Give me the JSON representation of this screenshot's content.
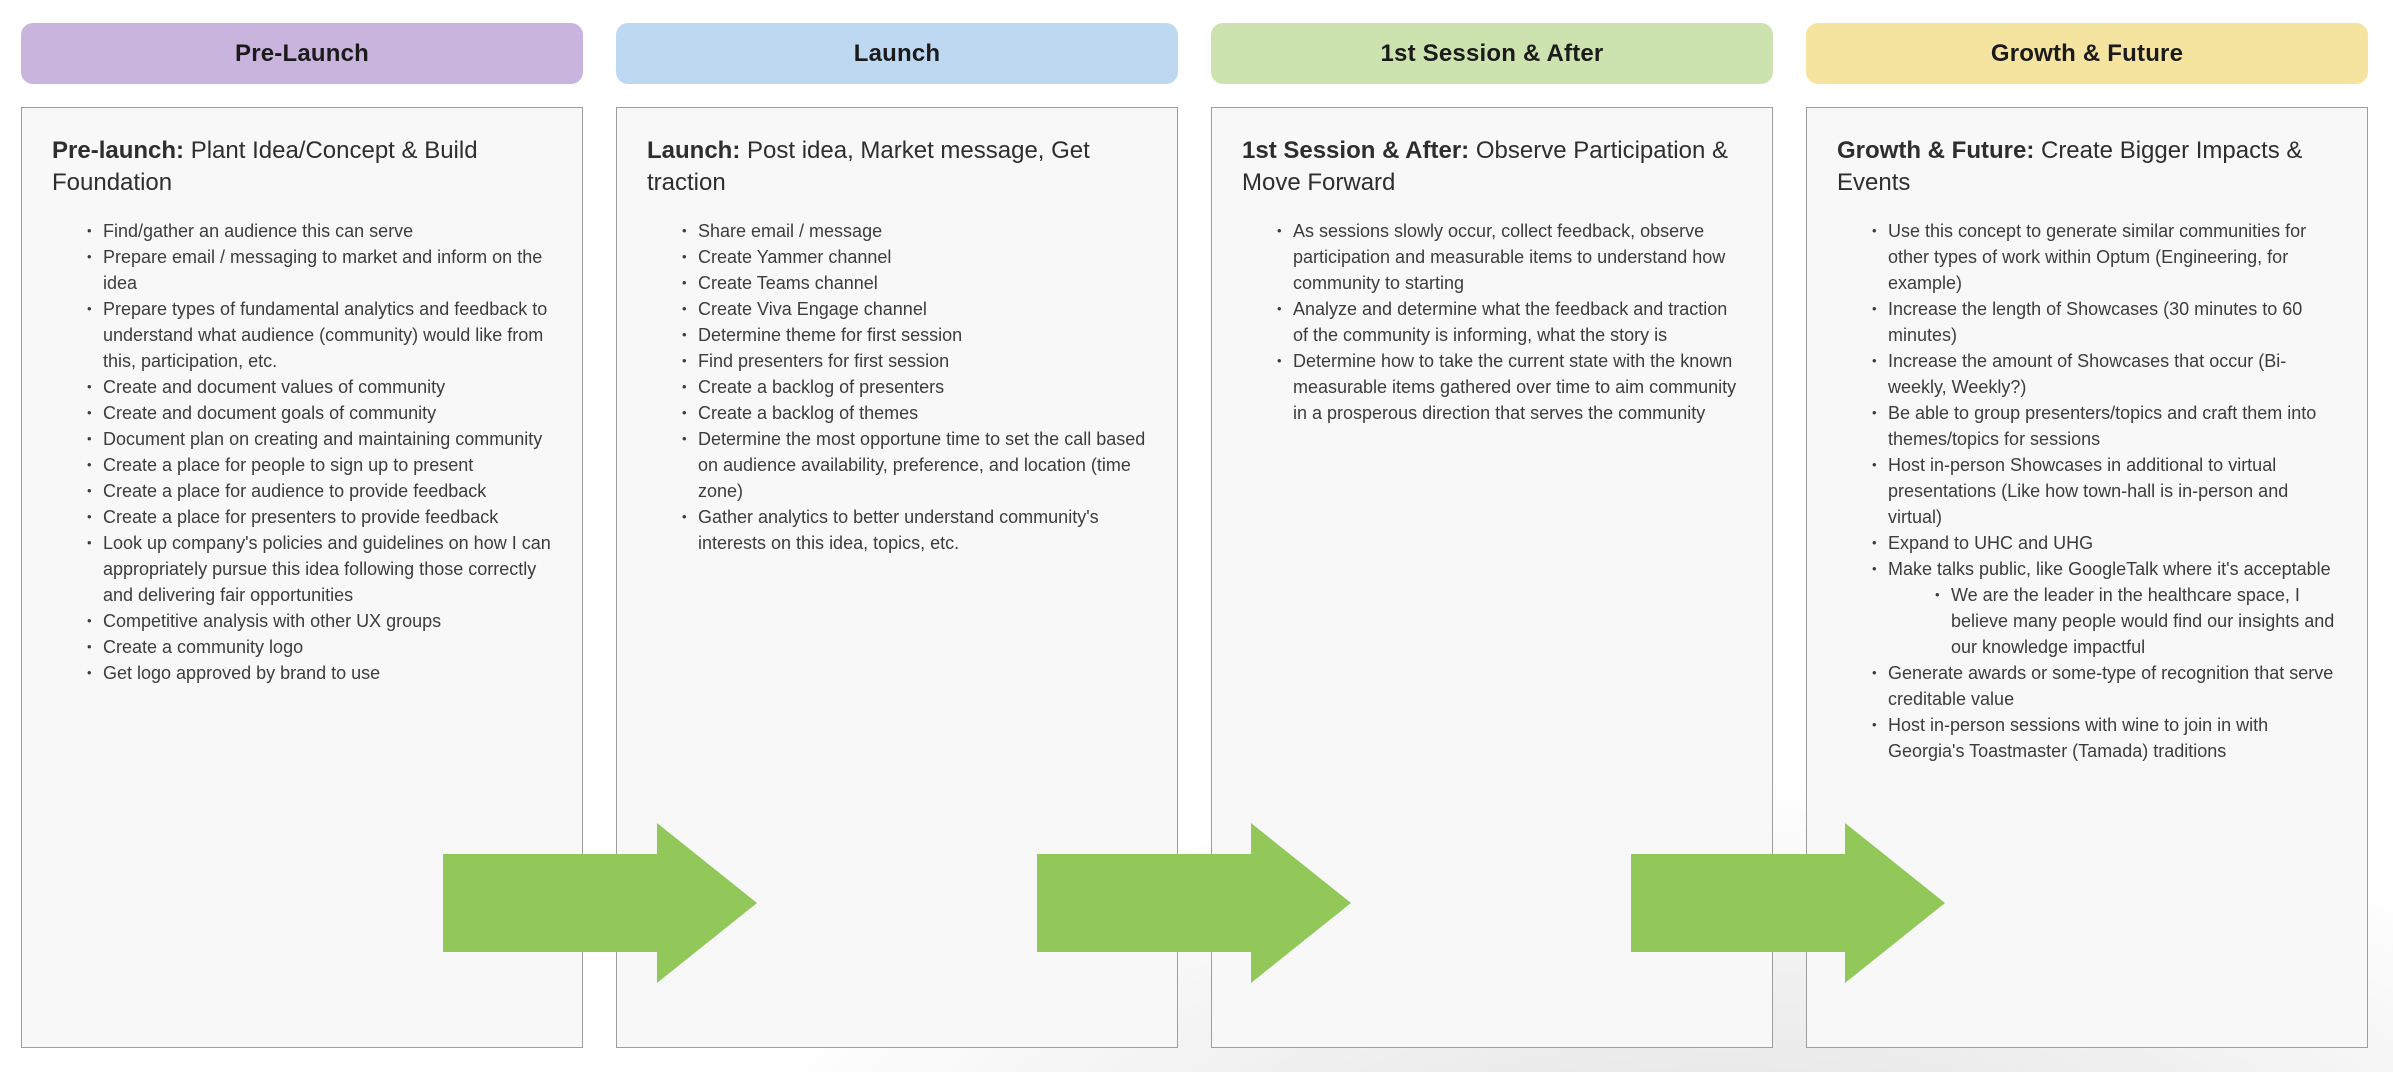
{
  "arrow": {
    "color": "#92C85A",
    "direction": "right"
  },
  "columns": [
    {
      "id": "pre-launch",
      "header": {
        "label": "Pre-Launch",
        "color": "#C9B4DE"
      },
      "title": {
        "lead": "Pre-launch:",
        "rest": "Plant Idea/Concept & Build Foundation"
      },
      "bullets": [
        {
          "text": "Find/gather an audience this can serve"
        },
        {
          "text": "Prepare email / messaging to market and inform on the idea"
        },
        {
          "text": "Prepare types of fundamental analytics and feedback to understand what audience (community) would like from this, participation, etc."
        },
        {
          "text": "Create and document values of community"
        },
        {
          "text": "Create and document goals of community"
        },
        {
          "text": "Document plan on creating and maintaining community"
        },
        {
          "text": "Create a place for people to sign up to present"
        },
        {
          "text": "Create a place for audience to provide feedback"
        },
        {
          "text": "Create a place for presenters to provide feedback"
        },
        {
          "text": "Look up company's policies and guidelines on how I can appropriately pursue this idea following those correctly and delivering fair opportunities"
        },
        {
          "text": "Competitive analysis with other UX groups"
        },
        {
          "text": "Create a community logo"
        },
        {
          "text": "Get logo approved by brand to use"
        }
      ]
    },
    {
      "id": "launch",
      "header": {
        "label": "Launch",
        "color": "#BDD8F0"
      },
      "title": {
        "lead": "Launch:",
        "rest": "Post idea, Market message, Get traction"
      },
      "bullets": [
        {
          "text": "Share email / message"
        },
        {
          "text": "Create Yammer channel"
        },
        {
          "text": "Create Teams channel"
        },
        {
          "text": "Create Viva Engage channel"
        },
        {
          "text": "Determine theme for first session"
        },
        {
          "text": "Find presenters for first session"
        },
        {
          "text": "Create a backlog of presenters"
        },
        {
          "text": "Create a backlog of themes"
        },
        {
          "text": "Determine the most opportune time to set the call based on audience availability, preference, and location (time zone)"
        },
        {
          "text": "Gather analytics to better understand community's interests on this idea, topics, etc."
        }
      ]
    },
    {
      "id": "first-session-after",
      "header": {
        "label": "1st Session & After",
        "color": "#CDE3AF"
      },
      "title": {
        "lead": "1st Session & After:",
        "rest": "Observe Participation & Move Forward"
      },
      "bullets": [
        {
          "text": "As sessions slowly occur, collect feedback, observe participation and measurable items to understand how community to starting"
        },
        {
          "text": "Analyze and determine what the feedback and traction of the community is informing, what the story is"
        },
        {
          "text": "Determine how to take the current state with the known measurable items gathered over time to aim community in a prosperous direction that serves the community"
        }
      ]
    },
    {
      "id": "growth-future",
      "header": {
        "label": "Growth & Future",
        "color": "#F5E3A0"
      },
      "title": {
        "lead": "Growth & Future:",
        "rest": "Create Bigger Impacts & Events"
      },
      "bullets": [
        {
          "text": "Use this concept to generate similar communities for other types of work within Optum (Engineering, for example)"
        },
        {
          "text": "Increase the length of Showcases (30 minutes to 60 minutes)"
        },
        {
          "text": "Increase the amount of Showcases that occur (Bi-weekly, Weekly?)"
        },
        {
          "text": "Be able to group presenters/topics and craft them into themes/topics for sessions"
        },
        {
          "text": "Host in-person Showcases in additional to virtual presentations (Like how town-hall is in-person and virtual)"
        },
        {
          "text": "Expand to UHC and UHG"
        },
        {
          "text": "Make talks public, like GoogleTalk where it's acceptable",
          "sub": [
            {
              "text": "We are the leader in the healthcare space, I believe many people would find our insights and our knowledge impactful"
            }
          ]
        },
        {
          "text": "Generate awards or some-type of recognition that serve creditable value"
        },
        {
          "text": "Host in-person sessions with wine to join in with Georgia's Toastmaster (Tamada) traditions"
        }
      ]
    }
  ]
}
